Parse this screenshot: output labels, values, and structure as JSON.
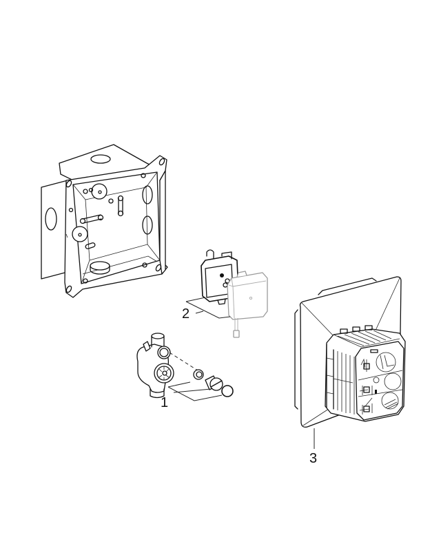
{
  "diagram": {
    "type": "exploded-parts-drawing",
    "background": "#ffffff",
    "line_color": "#111111",
    "accent_grey": "#9a9a9a",
    "parts": [
      {
        "id": "mounting-box",
        "label": "",
        "description": "Flush-mount installation box with knockouts and mounting lugs"
      },
      {
        "id": "valve-assembly",
        "label": "1",
        "description": "Valve body with cap, seal ring, screw plug and O-ring"
      },
      {
        "id": "electronics-module",
        "label": "2",
        "description": "Electronics housing with sensor box and cable"
      },
      {
        "id": "cover-frame",
        "label": "3",
        "description": "Protective cover frame with installation instruction block"
      }
    ],
    "callouts": {
      "one": "1",
      "two": "2",
      "three": "3"
    }
  }
}
